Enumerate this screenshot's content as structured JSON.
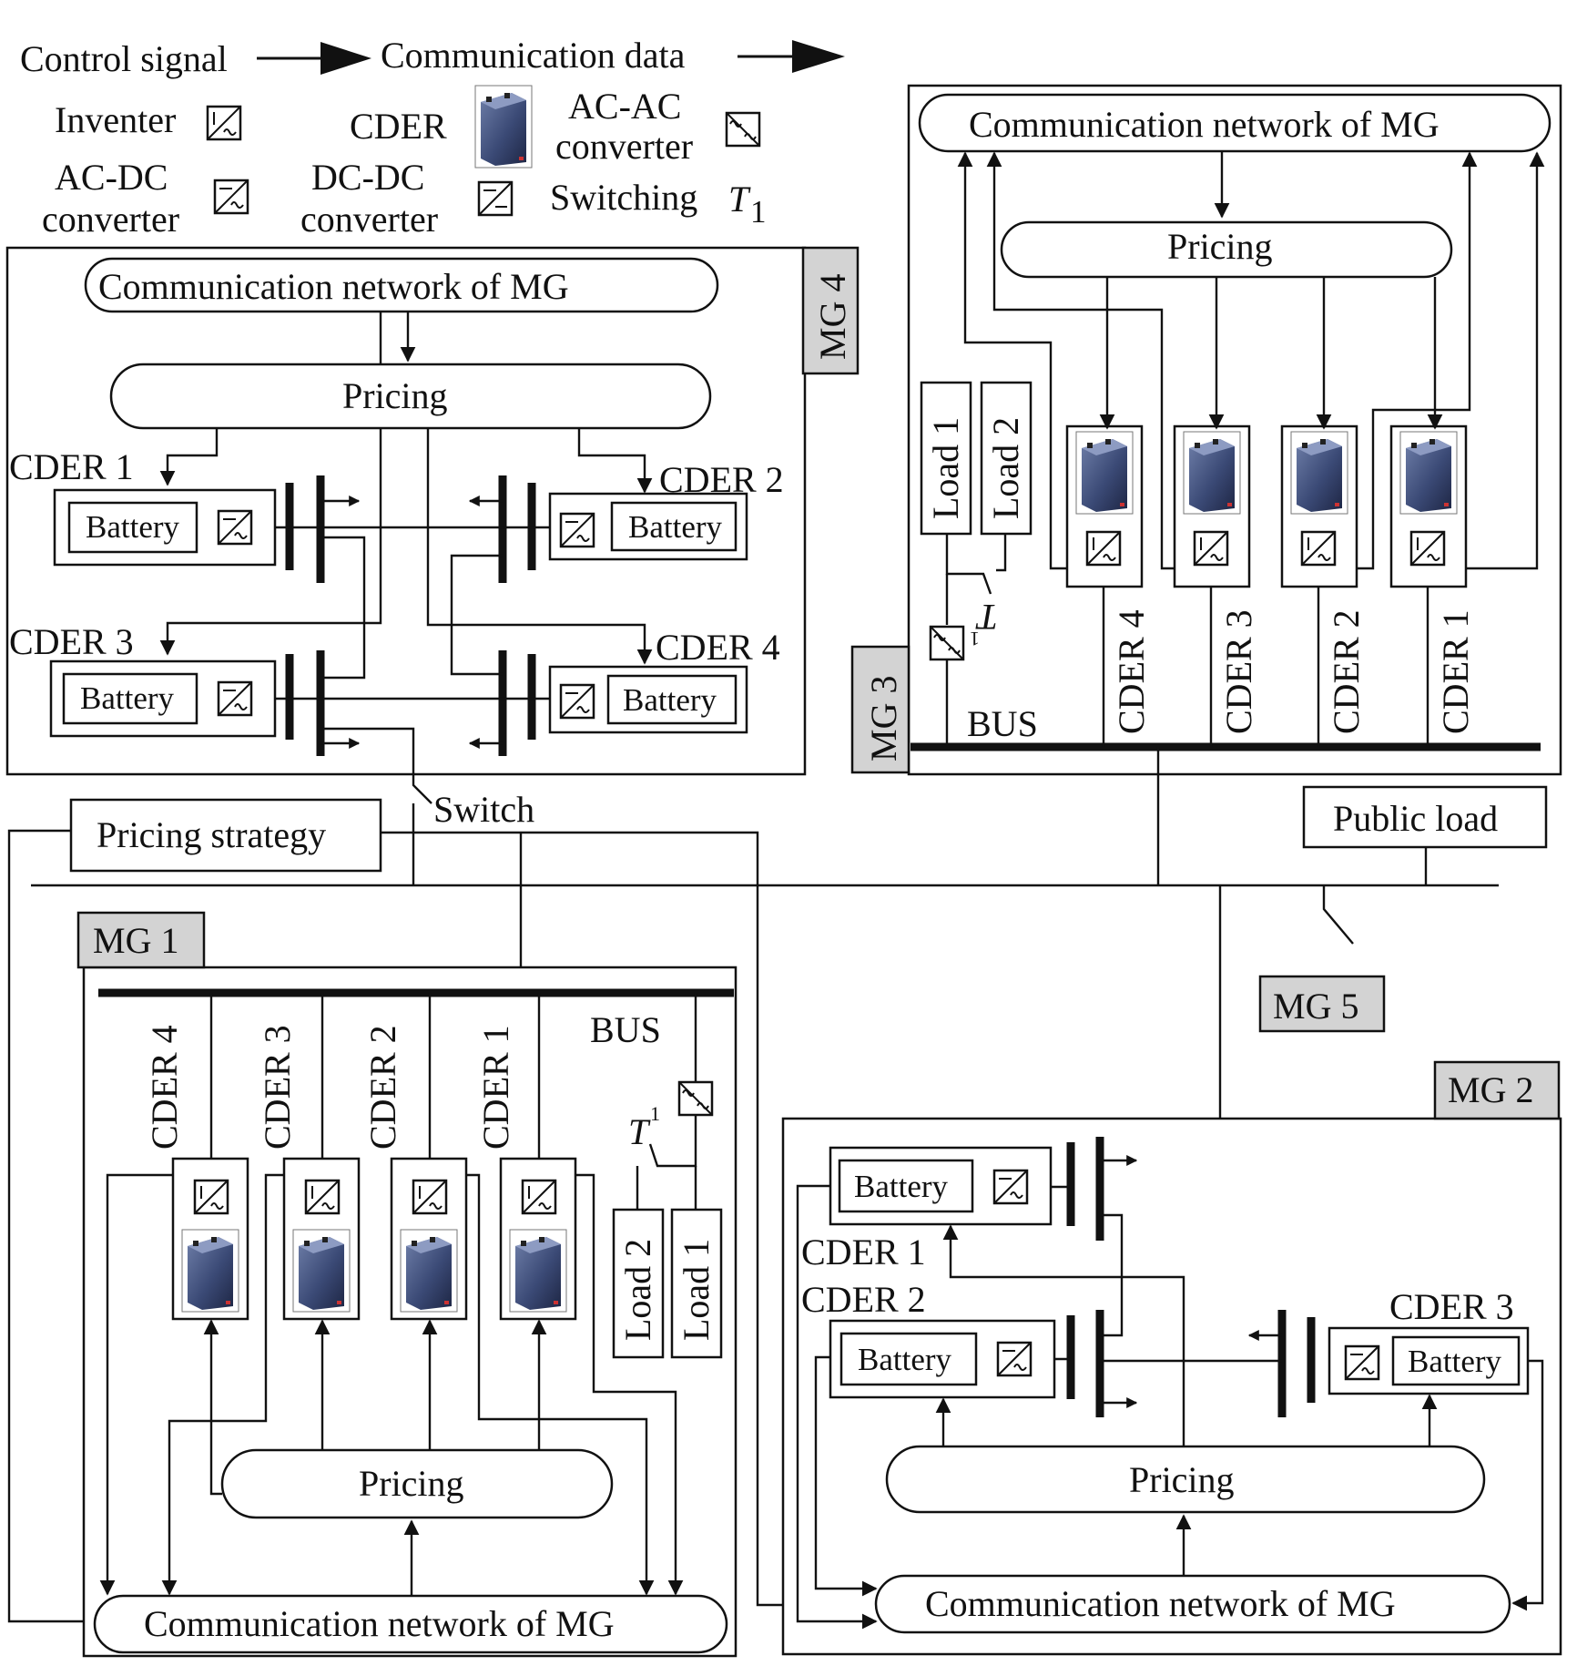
{
  "legend": {
    "control_signal": "Control signal",
    "communication_data": "Communication data",
    "inverter": "Inventer",
    "cder": "CDER",
    "acac_line1": "AC-AC",
    "acac_line2": "converter",
    "acdc_line1": "AC-DC",
    "acdc_line2": "converter",
    "dcdc_line1": "DC-DC",
    "dcdc_line2": "converter",
    "switching": "Switching",
    "switching_symbol": "T",
    "switching_sub": "1"
  },
  "mg4": {
    "tag": "MG 4",
    "comm": "Communication network of MG",
    "pricing": "Pricing",
    "cder1": "CDER 1",
    "cder2": "CDER 2",
    "cder3": "CDER 3",
    "cder4": "CDER 4",
    "battery": "Battery"
  },
  "mg3": {
    "tag": "MG 3",
    "comm": "Communication network of MG",
    "pricing": "Pricing",
    "load1": "Load 1",
    "load2": "Load 2",
    "bus": "BUS",
    "t1": "T",
    "t1_sub": "1",
    "cder1": "CDER 1",
    "cder2": "CDER 2",
    "cder3": "CDER 3",
    "cder4": "CDER 4"
  },
  "mg1": {
    "tag": "MG 1",
    "comm": "Communication network of MG",
    "pricing": "Pricing",
    "bus": "BUS",
    "load1": "Load 1",
    "load2": "Load 2",
    "t1": "T",
    "t1_sub": "1",
    "cder1": "CDER 1",
    "cder2": "CDER 2",
    "cder3": "CDER 3",
    "cder4": "CDER 4"
  },
  "mg2": {
    "tag": "MG 2",
    "comm": "Communication network of MG",
    "pricing": "Pricing",
    "battery": "Battery",
    "cder1": "CDER 1",
    "cder2": "CDER 2",
    "cder3": "CDER 3"
  },
  "pricing_strategy": "Pricing strategy",
  "switch_label": "Switch",
  "public_load": "Public load",
  "mg5": "MG 5"
}
